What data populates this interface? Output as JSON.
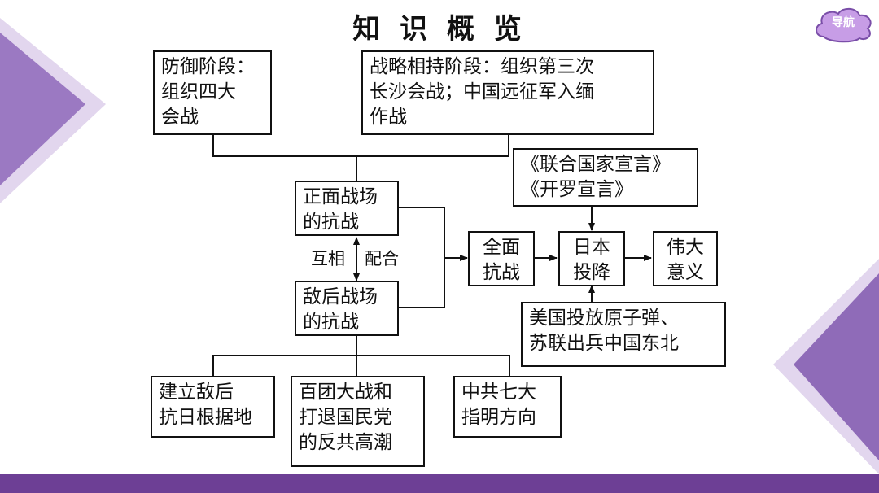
{
  "title": "知 识 概 览",
  "nav": {
    "label": "导航",
    "icon": "cloud-shape",
    "color": "#c79de6"
  },
  "colors": {
    "accent": "#6d3f95",
    "triangle_light": "#d8c8e8",
    "triangle_dark": "#8f6bb8"
  },
  "diagram": {
    "defense_stage": "防御阶段：\n组织四大\n会战",
    "stalemate_stage": "战略相持阶段：组织第三次\n长沙会战；中国远征军入缅\n作战",
    "frontal_battlefield": "正面战场\n的抗战",
    "cooperation_left": "互相",
    "cooperation_right": "配合",
    "rear_battlefield": "敌后战场\n的抗战",
    "full_war": "全面\n抗战",
    "declarations": "《联合国家宣言》\n《开罗宣言》",
    "japan_surrender": "日本\n投降",
    "significance": "伟大\n意义",
    "us_soviet": "美国投放原子弹、\n苏联出兵中国东北",
    "base_areas": "建立敌后\n抗日根据地",
    "hundred_regiments": "百团大战和\n打退国民党\n的反共高潮",
    "ccp_seventh": "中共七大\n指明方向"
  }
}
